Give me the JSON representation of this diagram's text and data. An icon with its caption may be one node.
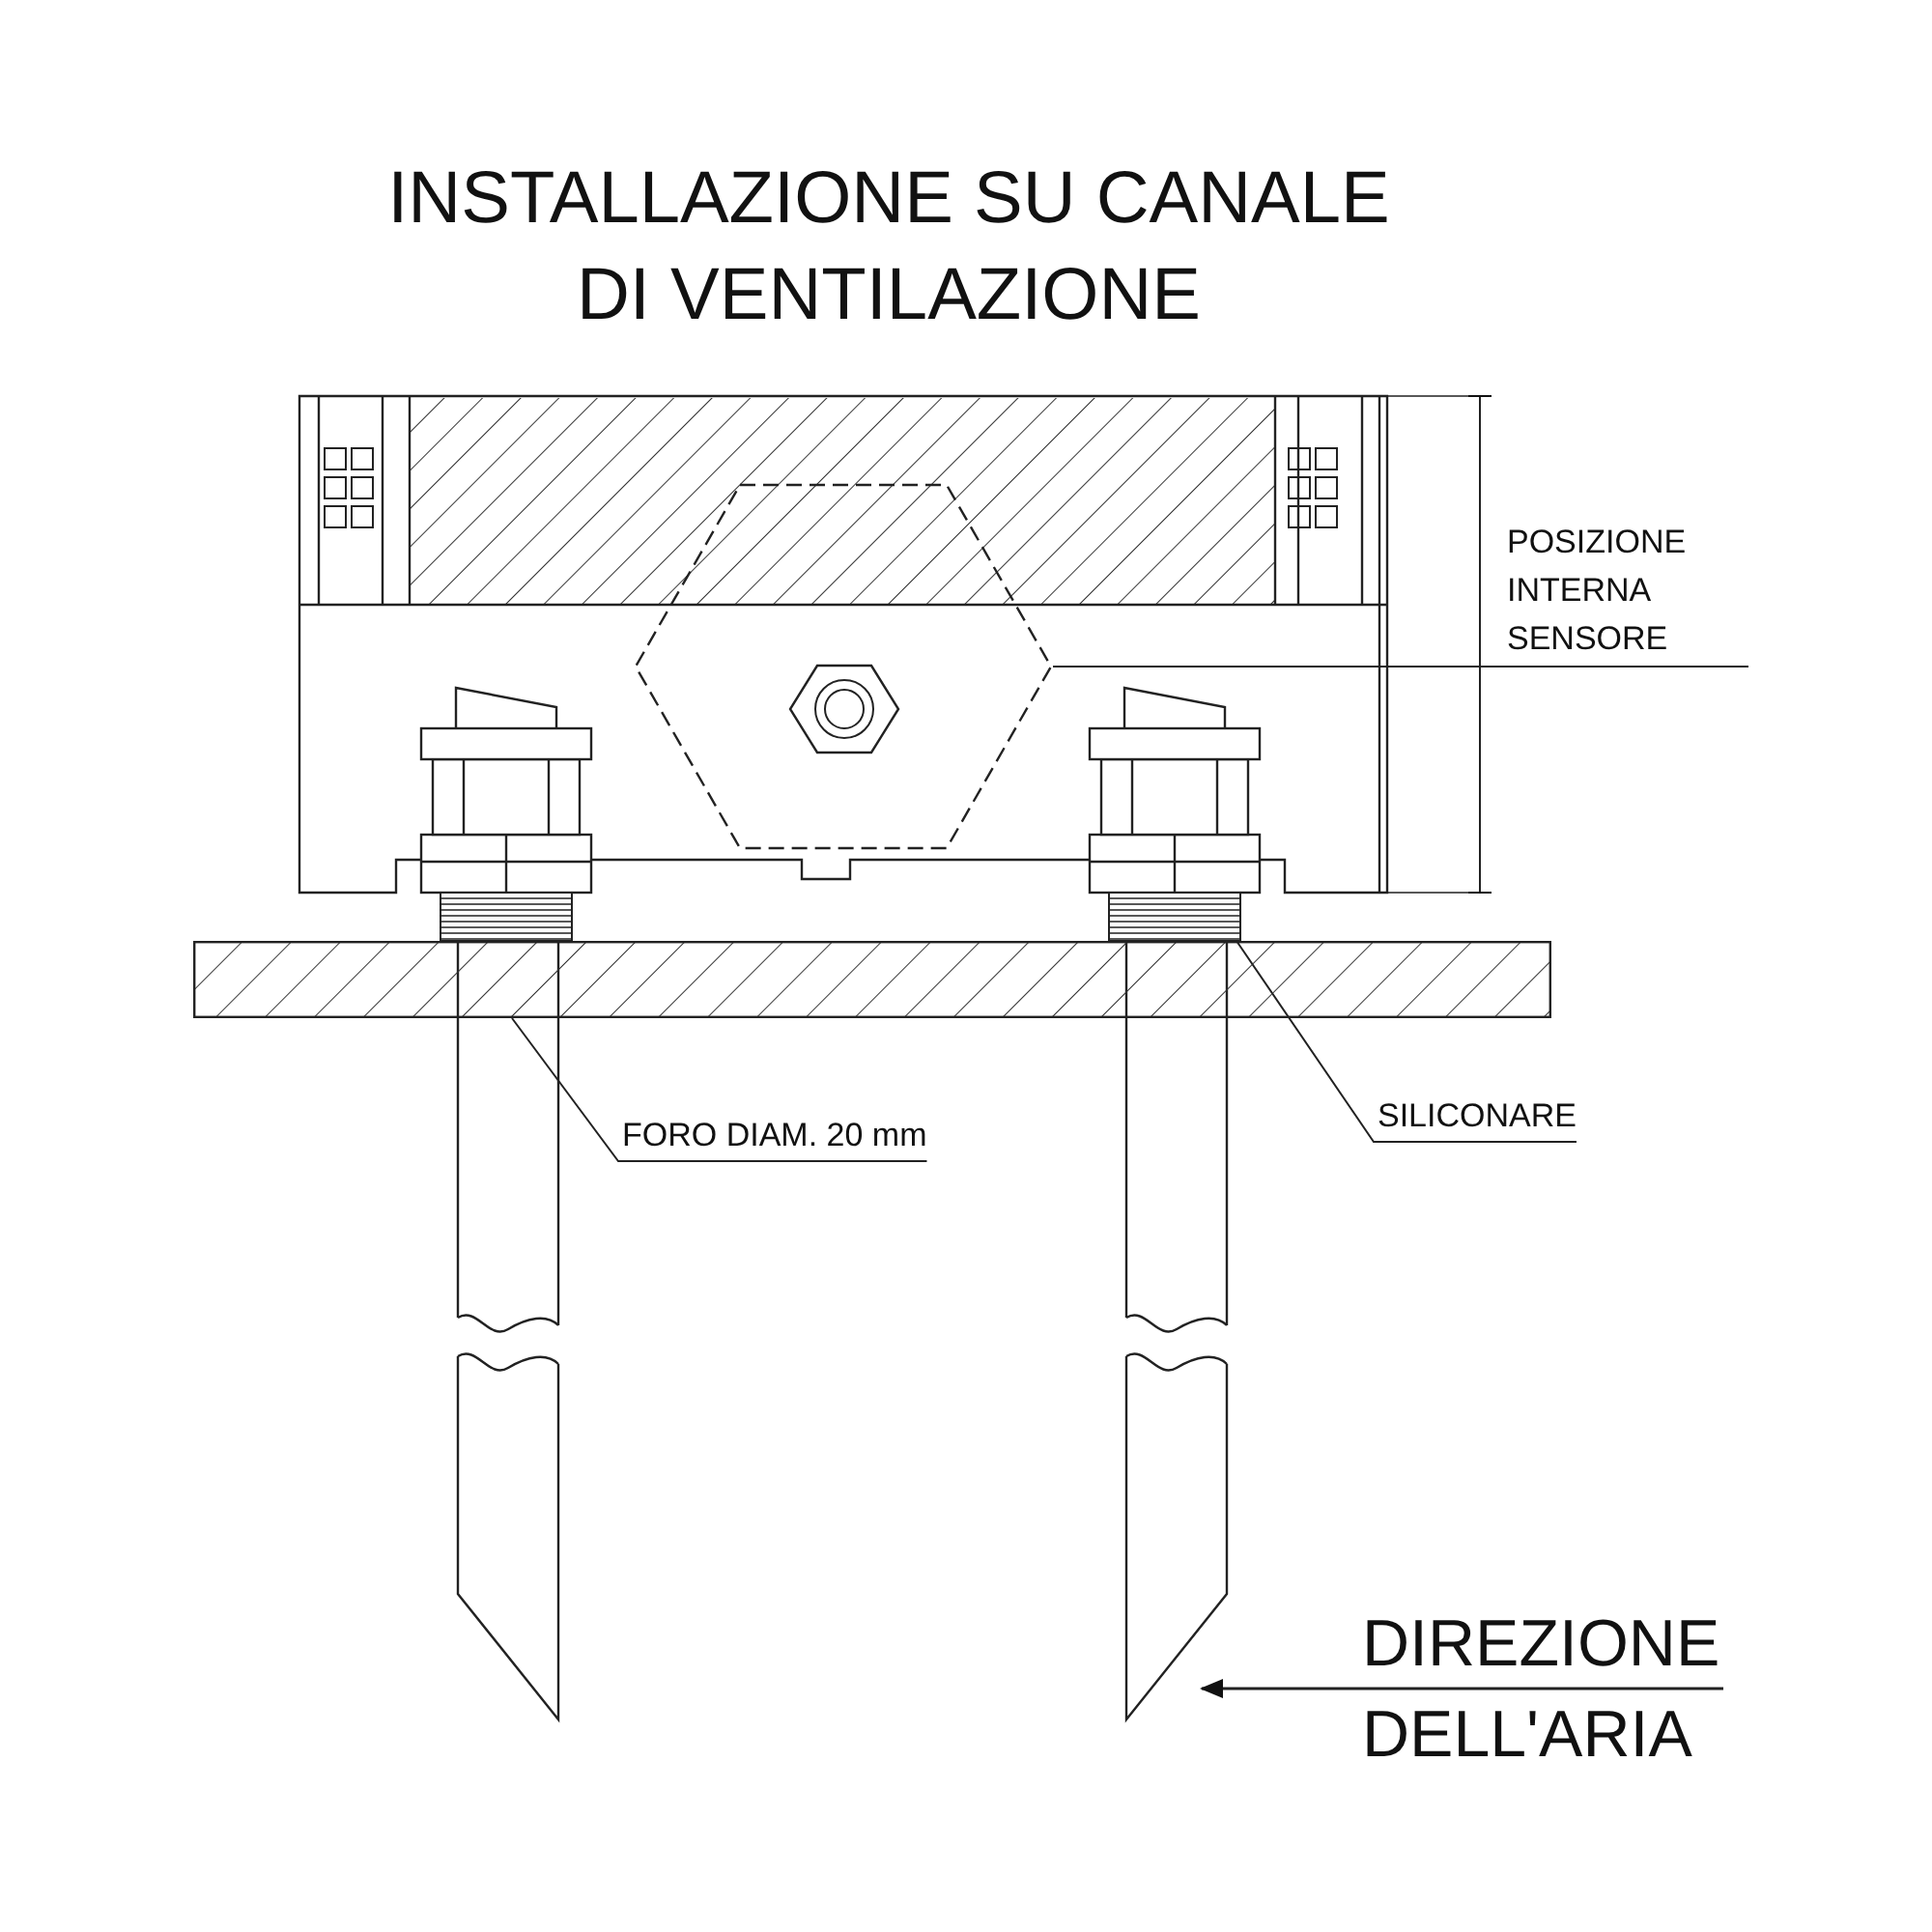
{
  "diagram": {
    "title": "INSTALLAZIONE SU CANALE DI VENTILAZIONE",
    "nodes": [
      {
        "text": [
          "POSIZIONE INTERNA SENSORE"
        ]
      },
      {
        "text": [],
        "shape": "hexagon"
      },
      {
        "text": [
          "FORO DIAM. 20 mm"
        ]
      },
      {
        "text": [
          "SILICONARE"
        ]
      },
      {
        "text": [],
        "shape": "box"
      }
    ],
    "edges": [
      {
        "from": 0,
        "to": 1,
        "arrow": "none"
      },
      {
        "from": 2,
        "to": 4,
        "arrow": "none"
      },
      {
        "from": 3,
        "to": 4,
        "arrow": "none"
      }
    ],
    "labels": [
      "DIREZIONE DELL'ARIA"
    ]
  }
}
